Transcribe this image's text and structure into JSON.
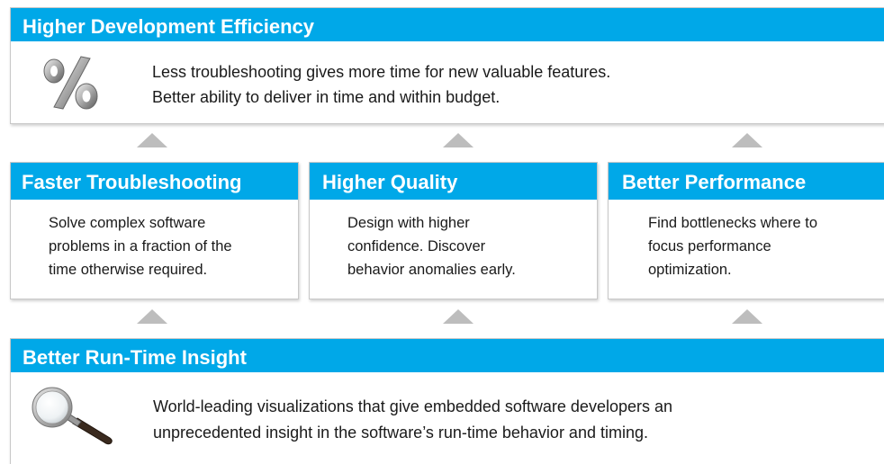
{
  "top": {
    "title": "Higher Development Efficiency",
    "line1": "Less troubleshooting gives more time for new valuable features.",
    "line2": "Better ability to deliver in time and within budget.",
    "icon": "percent-icon"
  },
  "middle": [
    {
      "title": "Faster Troubleshooting",
      "lines": [
        "Solve  complex software",
        "problems in a fraction of the",
        "time otherwise required."
      ]
    },
    {
      "title": "Higher Quality",
      "lines": [
        "Design with higher",
        "confidence. Discover",
        "behavior anomalies early."
      ]
    },
    {
      "title": "Better Performance",
      "lines": [
        "Find bottlenecks where to",
        "focus performance",
        "optimization."
      ]
    }
  ],
  "bottom": {
    "title": "Better Run-Time Insight",
    "line1": "World-leading visualizations that give embedded software developers an",
    "line2": "unprecedented insight in the software’s run-time behavior and timing.",
    "icon": "magnifier-icon"
  },
  "colors": {
    "header": "#00a8e8",
    "arrow": "#bdbdbd"
  }
}
